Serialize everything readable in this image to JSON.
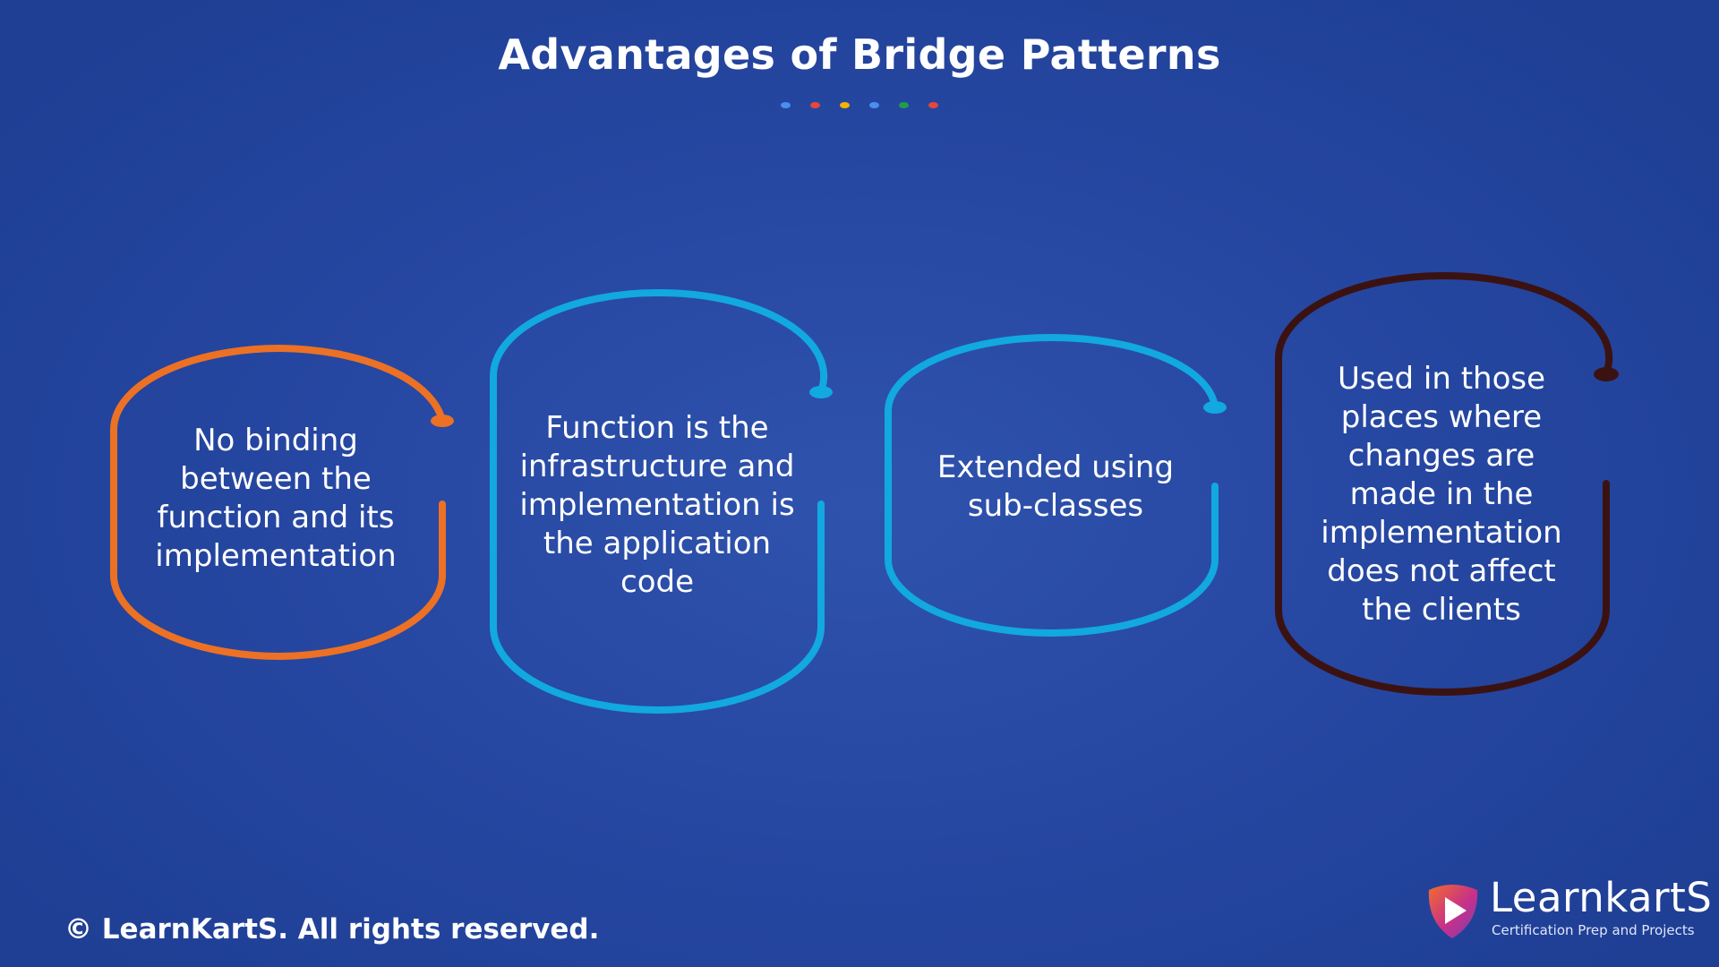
{
  "slide": {
    "title": "Advantages of Bridge Patterns",
    "divider_dot_colors": [
      "#4a8ef0",
      "#e9463b",
      "#f4b400",
      "#4a8ef0",
      "#1f9d4b",
      "#e9463b"
    ]
  },
  "advantages": [
    {
      "text": "No binding between the function and its implementation",
      "color": "#ec7125"
    },
    {
      "text": "Function is the infrastructure and implementation is the application code",
      "color": "#12a8e0"
    },
    {
      "text": "Extended using sub-classes",
      "color": "#12a8e0"
    },
    {
      "text": "Used in those places where changes are made in the implementation does not affect the clients",
      "color": "#3b1212"
    }
  ],
  "footer": {
    "copyright": "© LearnKartS. All rights reserved."
  },
  "logo": {
    "name": "LearnkartS",
    "tagline": "Certification Prep and Projects",
    "colors": [
      "#f26c2b",
      "#c7308a",
      "#7a3fb0"
    ]
  }
}
